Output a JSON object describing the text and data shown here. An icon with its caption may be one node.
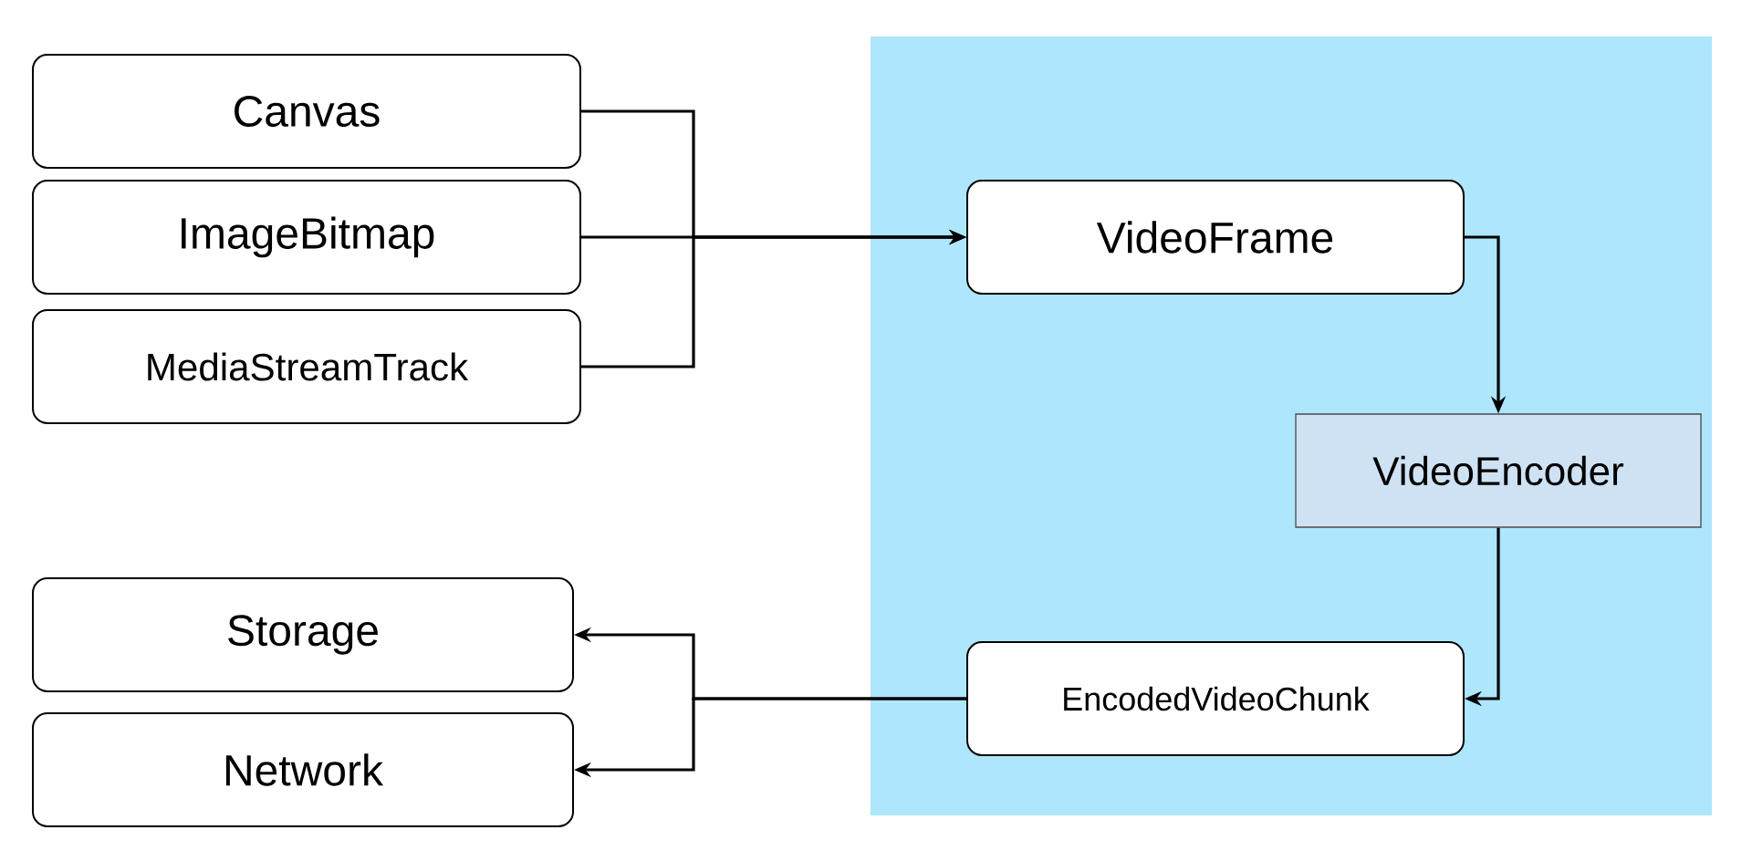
{
  "diagram": {
    "nodes": [
      {
        "text": [
          "Canvas"
        ]
      },
      {
        "text": [
          "ImageBitmap"
        ]
      },
      {
        "text": [
          "MediaStreamTrack"
        ]
      },
      {
        "text": [],
        "shape": "box"
      },
      {
        "text": [
          "VideoFrame"
        ],
        "in": 3
      },
      {
        "text": [
          "VideoEncoder"
        ],
        "in": 3
      },
      {
        "text": [
          "EncodedVideoChunk"
        ],
        "in": 3
      },
      {
        "text": [
          "Storage"
        ]
      },
      {
        "text": [
          "Network"
        ]
      }
    ],
    "edges": [
      {
        "from": 0,
        "to": 4,
        "arrow": "to"
      },
      {
        "from": 1,
        "to": 4,
        "arrow": "to"
      },
      {
        "from": 2,
        "to": 4,
        "arrow": "to"
      },
      {
        "from": 4,
        "to": 5,
        "arrow": "to"
      },
      {
        "from": 5,
        "to": 6,
        "arrow": "to"
      },
      {
        "from": 6,
        "to": 7,
        "arrow": "to"
      },
      {
        "from": 6,
        "to": 8,
        "arrow": "to"
      }
    ]
  }
}
